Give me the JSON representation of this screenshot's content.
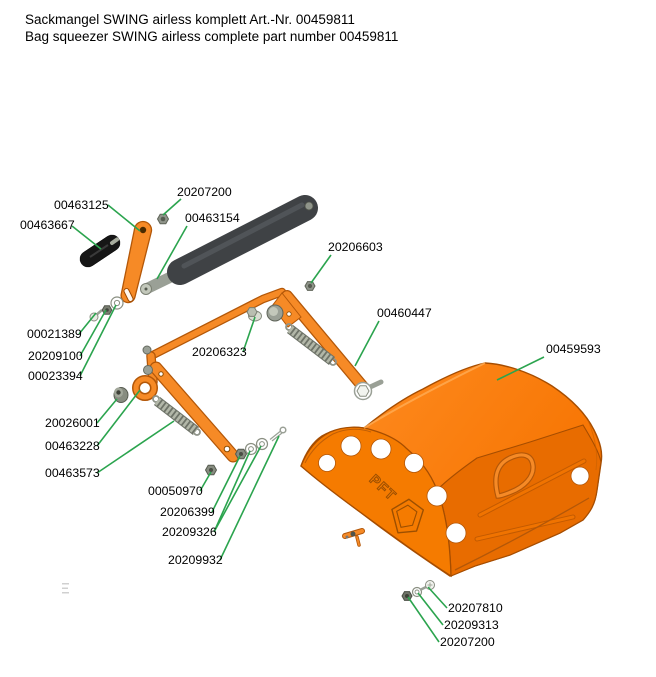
{
  "title": {
    "line1": "Sackmangel SWING airless komplett Art.-Nr. 00459811",
    "line2": "Bag squeezer SWING airless complete part number 00459811"
  },
  "diagram": {
    "logo": "PFT",
    "labels": [
      {
        "text": "00463125"
      },
      {
        "text": "20207200"
      },
      {
        "text": "00463667"
      },
      {
        "text": "00463154"
      },
      {
        "text": "20206603"
      },
      {
        "text": "00460447"
      },
      {
        "text": "00459593"
      },
      {
        "text": "00021389"
      },
      {
        "text": "20209100"
      },
      {
        "text": "00023394"
      },
      {
        "text": "20206323"
      },
      {
        "text": "20026001"
      },
      {
        "text": "00463228"
      },
      {
        "text": "00463573"
      },
      {
        "text": "00050970"
      },
      {
        "text": "20206399"
      },
      {
        "text": "20209326"
      },
      {
        "text": "20209932"
      },
      {
        "text": "20207810"
      },
      {
        "text": "20209313"
      },
      {
        "text": "20207200"
      }
    ],
    "colors": {
      "machine_orange": "#F97E00",
      "frame_orange": "#F68A26",
      "edge_brown": "#A64D00",
      "leader_green": "#2BA44E",
      "roller_dark": "#3F4245",
      "metal_gray": "#9AA096",
      "text_black": "#000000"
    }
  }
}
